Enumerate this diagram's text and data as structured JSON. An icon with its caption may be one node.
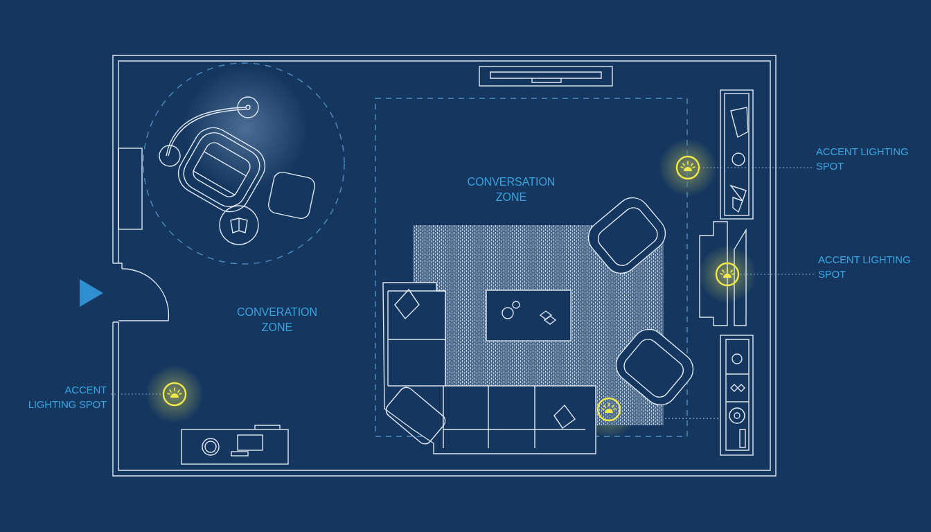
{
  "diagram": {
    "nodes": [
      {
        "text": [
          "ACCENT LIGHTING SPOT"
        ]
      },
      {
        "text": [],
        "shape": "circle"
      },
      {
        "text": [
          "ACCENT LIGHTING SPOT"
        ]
      },
      {
        "text": [],
        "shape": "circle"
      },
      {
        "text": [
          "ACCENT LIGHTING SPOT"
        ]
      },
      {
        "text": [],
        "shape": "circle"
      },
      {
        "text": [],
        "shape": "circle"
      }
    ],
    "edges": [
      {
        "from": 0,
        "to": 1,
        "arrow": "none"
      },
      {
        "from": 2,
        "to": 3,
        "arrow": "none"
      },
      {
        "from": 4,
        "to": 5,
        "arrow": "none"
      }
    ],
    "labels": [
      "CONVERSATION ZONE",
      "CONVERATION ZONE"
    ]
  }
}
